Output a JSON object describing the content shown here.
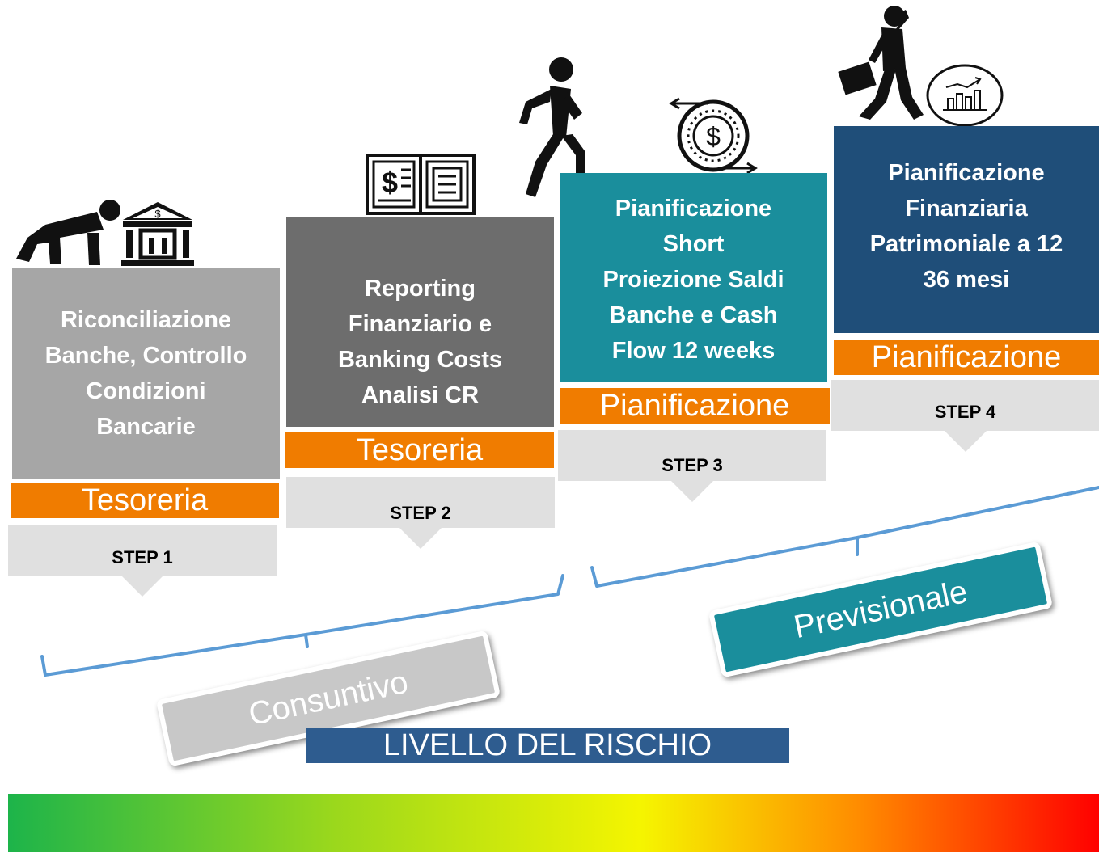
{
  "colors": {
    "step1_box": "#a6a6a6",
    "step2_box": "#6d6d6d",
    "step3_box": "#1a8e9c",
    "step4_box": "#1f4e79",
    "band": "#f07c00",
    "step_tab": "#e0e0e0",
    "brace": "#5b9bd5",
    "consuntivo": "#c8c8c8",
    "previsionale": "#1a8e9c",
    "risk_label_bg": "#2e5c8f"
  },
  "steps": [
    {
      "text_lines": [
        "Riconciliazione",
        "Banche, Controllo",
        "Condizioni",
        "Bancarie"
      ],
      "band": "Tesoreria",
      "step": "STEP 1",
      "icons": [
        "crawling-person-icon",
        "bank-icon"
      ]
    },
    {
      "text_lines": [
        "Reporting",
        "Finanziario e",
        "Banking Costs",
        "Analisi CR"
      ],
      "band": "Tesoreria",
      "step": "STEP 2",
      "icons": [
        "ledger-book-icon"
      ]
    },
    {
      "text_lines": [
        "Pianificazione",
        "Short",
        "Proiezione Saldi",
        "Banche e Cash",
        "Flow  12 weeks"
      ],
      "band": "Pianificazione",
      "step": "STEP 3",
      "icons": [
        "climbing-person-icon",
        "cash-flow-coin-icon"
      ]
    },
    {
      "text_lines": [
        "Pianificazione",
        "Finanziaria",
        "Patrimoniale a 12",
        "36 mesi"
      ],
      "band": "Pianificazione",
      "step": "STEP 4",
      "icons": [
        "businessman-walking-icon",
        "growth-chart-icon"
      ]
    }
  ],
  "groups": {
    "consuntivo": "Consuntivo",
    "previsionale": "Previsionale"
  },
  "risk_label": "LIVELLO DEL RISCHIO",
  "risk_gradient": [
    "#1db44a",
    "#9bd81c",
    "#f5f500",
    "#ff8c00",
    "#ff0000"
  ]
}
